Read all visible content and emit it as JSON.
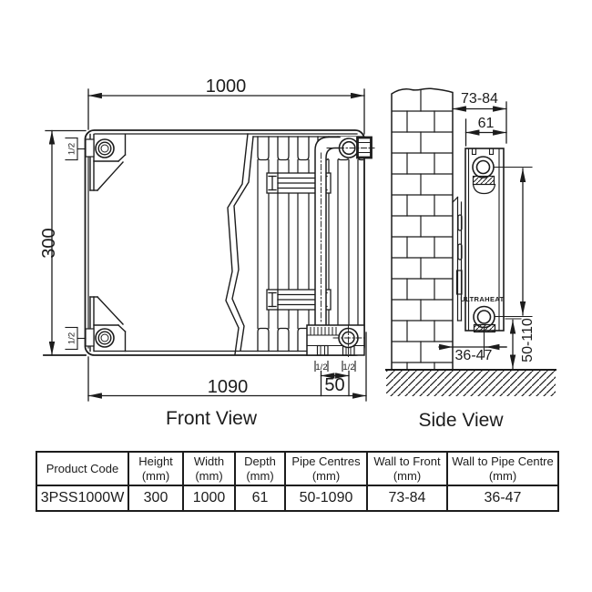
{
  "front_view": {
    "label": "Front View",
    "dims": {
      "width_top": "1000",
      "height": "300",
      "width_bottom": "1090",
      "pipe_gap": "50",
      "connection": "1/2"
    }
  },
  "side_view": {
    "label": "Side View",
    "brand": "ULTRAHEAT",
    "dims": {
      "wall_to_front": "73-84",
      "depth": "61",
      "floor_clearance": "50-110",
      "wall_to_pipe": "36-47"
    }
  },
  "table": {
    "columns": [
      {
        "label": "Product Code",
        "unit": ""
      },
      {
        "label": "Height",
        "unit": "(mm)"
      },
      {
        "label": "Width",
        "unit": "(mm)"
      },
      {
        "label": "Depth",
        "unit": "(mm)"
      },
      {
        "label": "Pipe Centres",
        "unit": "(mm)"
      },
      {
        "label": "Wall to Front",
        "unit": "(mm)"
      },
      {
        "label": "Wall to Pipe Centre",
        "unit": "(mm)"
      }
    ],
    "row": [
      "3PSS1000W",
      "300",
      "1000",
      "61",
      "50-1090",
      "73-84",
      "36-47"
    ]
  },
  "colors": {
    "line": "#1c1c1c",
    "background": "#ffffff"
  }
}
